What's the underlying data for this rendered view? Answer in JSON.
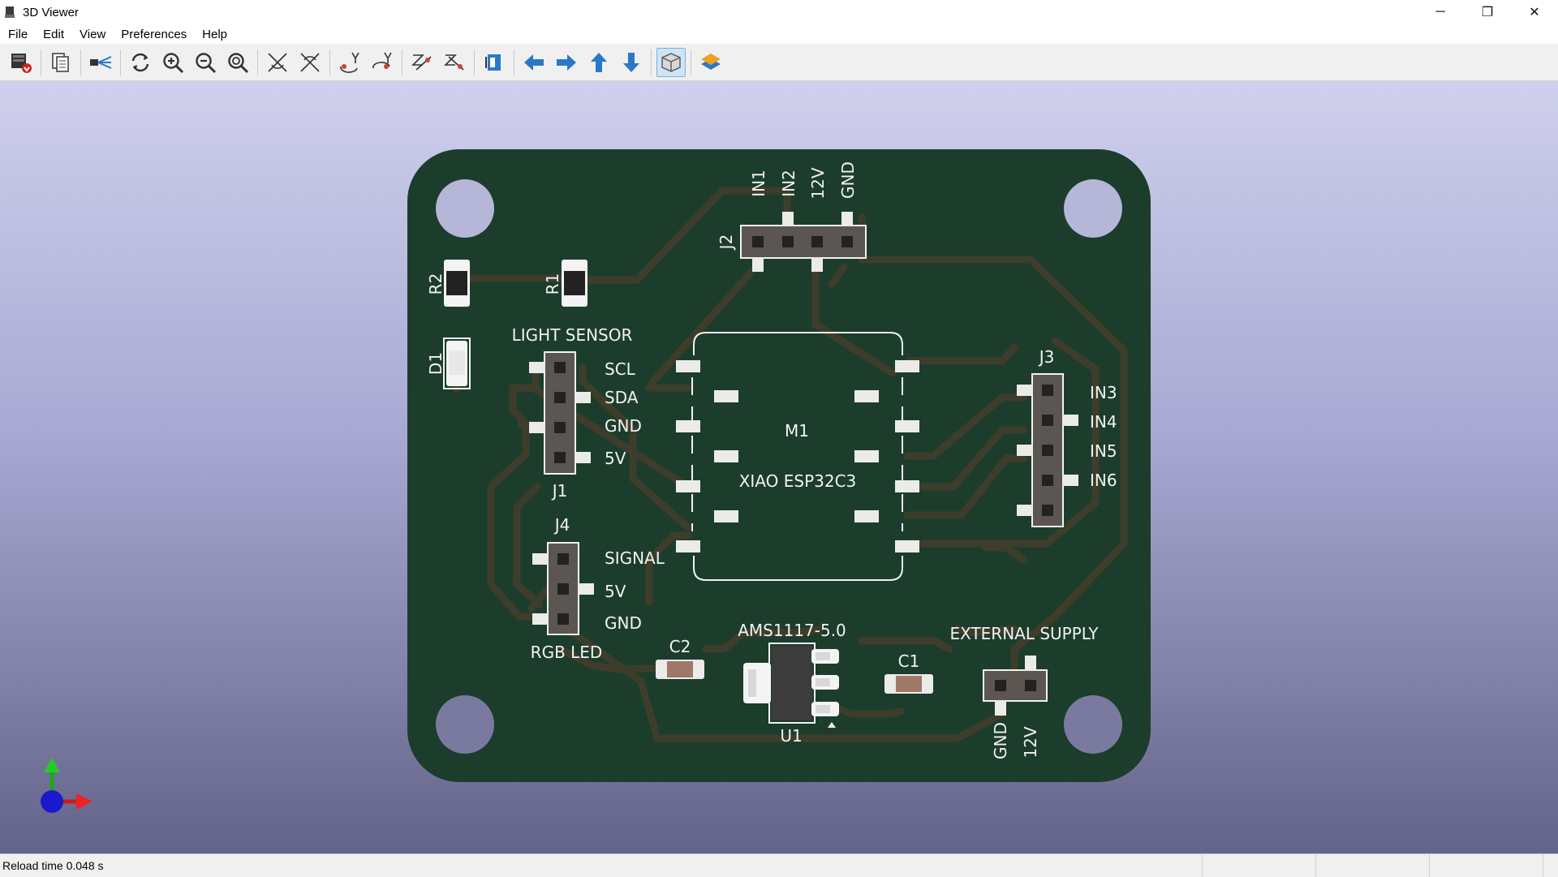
{
  "window": {
    "title": "3D Viewer",
    "minimize": "─",
    "restore": "❐",
    "close": "✕"
  },
  "menu": [
    "File",
    "Edit",
    "View",
    "Preferences",
    "Help"
  ],
  "toolbar": {
    "icons": [
      "render-icon",
      "copy-icon",
      "raytrace-icon",
      "reload-icon",
      "zoom-in-icon",
      "zoom-out-icon",
      "zoom-fit-icon",
      "rotate-x-cw-icon",
      "rotate-x-ccw-icon",
      "rotate-y-cw-icon",
      "rotate-y-ccw-icon",
      "rotate-z-cw-icon",
      "rotate-z-ccw-icon",
      "flip-board-icon",
      "pan-left-icon",
      "pan-right-icon",
      "pan-up-icon",
      "pan-down-icon",
      "orthographic-icon",
      "layers-icon"
    ],
    "active": "orthographic-icon"
  },
  "board": {
    "colors": {
      "pcb": "#1c3d2c",
      "trace": "#3e3d2b",
      "pad": "#ebebe8",
      "silk": "#f2f2f2",
      "header": "#5b5651"
    },
    "labels": {
      "j2_pins": [
        "IN1",
        "IN2",
        "12V",
        "GND"
      ],
      "j2_ref": "J2",
      "r2": "R2",
      "r1": "R1",
      "d1": "D1",
      "light_sensor": "LIGHT SENSOR",
      "j1_pins": [
        "SCL",
        "SDA",
        "GND",
        "5V"
      ],
      "j1_ref": "J1",
      "m1_ref": "M1",
      "m1_value": "XIAO ESP32C3",
      "j3_ref": "J3",
      "j3_pins": [
        "IN3",
        "IN4",
        "IN5",
        "IN6"
      ],
      "j4_ref": "J4",
      "j4_pins": [
        "SIGNAL",
        "5V",
        "GND"
      ],
      "rgb_led": "RGB LED",
      "c2": "C2",
      "u1_value": "AMS1117-5.0",
      "u1_ref": "U1",
      "c1": "C1",
      "external_supply": "EXTERNAL SUPPLY",
      "ext_pins": [
        "GND",
        "12V"
      ]
    }
  },
  "status": {
    "reload": "Reload time 0.048 s"
  }
}
